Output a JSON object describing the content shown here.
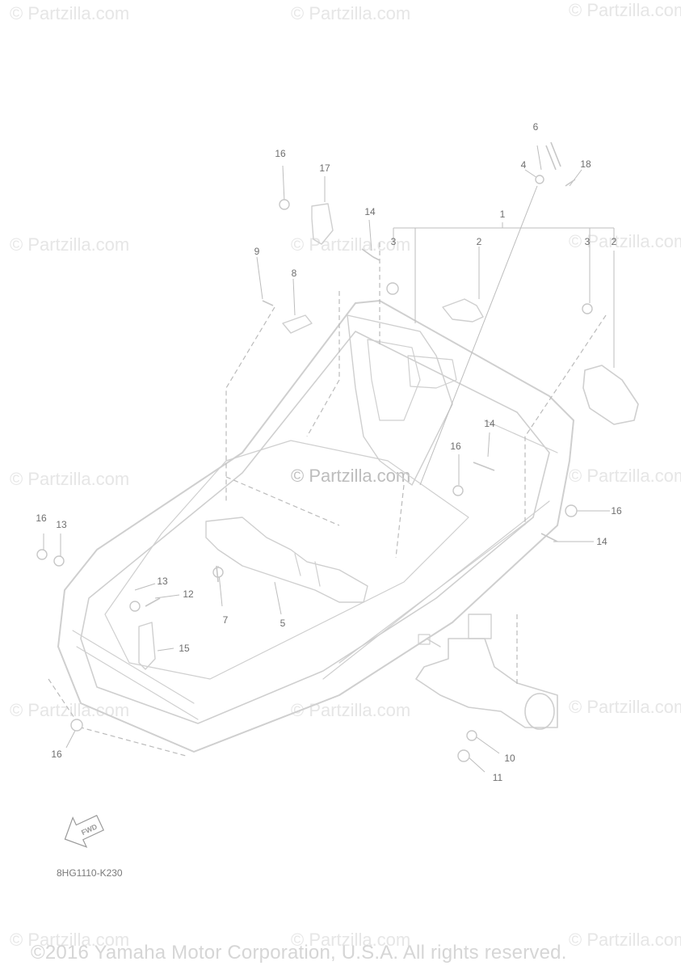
{
  "watermark_text": "© Partzilla.com",
  "copyright": "©2016 Yamaha Motor Corporation, U.S.A. All rights reserved.",
  "diagram_code": "8HG1110-K230",
  "fwd_label": "FWD",
  "callouts": [
    "1",
    "2",
    "2",
    "3",
    "3",
    "4",
    "5",
    "6",
    "7",
    "8",
    "9",
    "10",
    "11",
    "12",
    "13",
    "13",
    "14",
    "14",
    "14",
    "15",
    "16",
    "16",
    "16",
    "16",
    "16",
    "17",
    "18"
  ]
}
